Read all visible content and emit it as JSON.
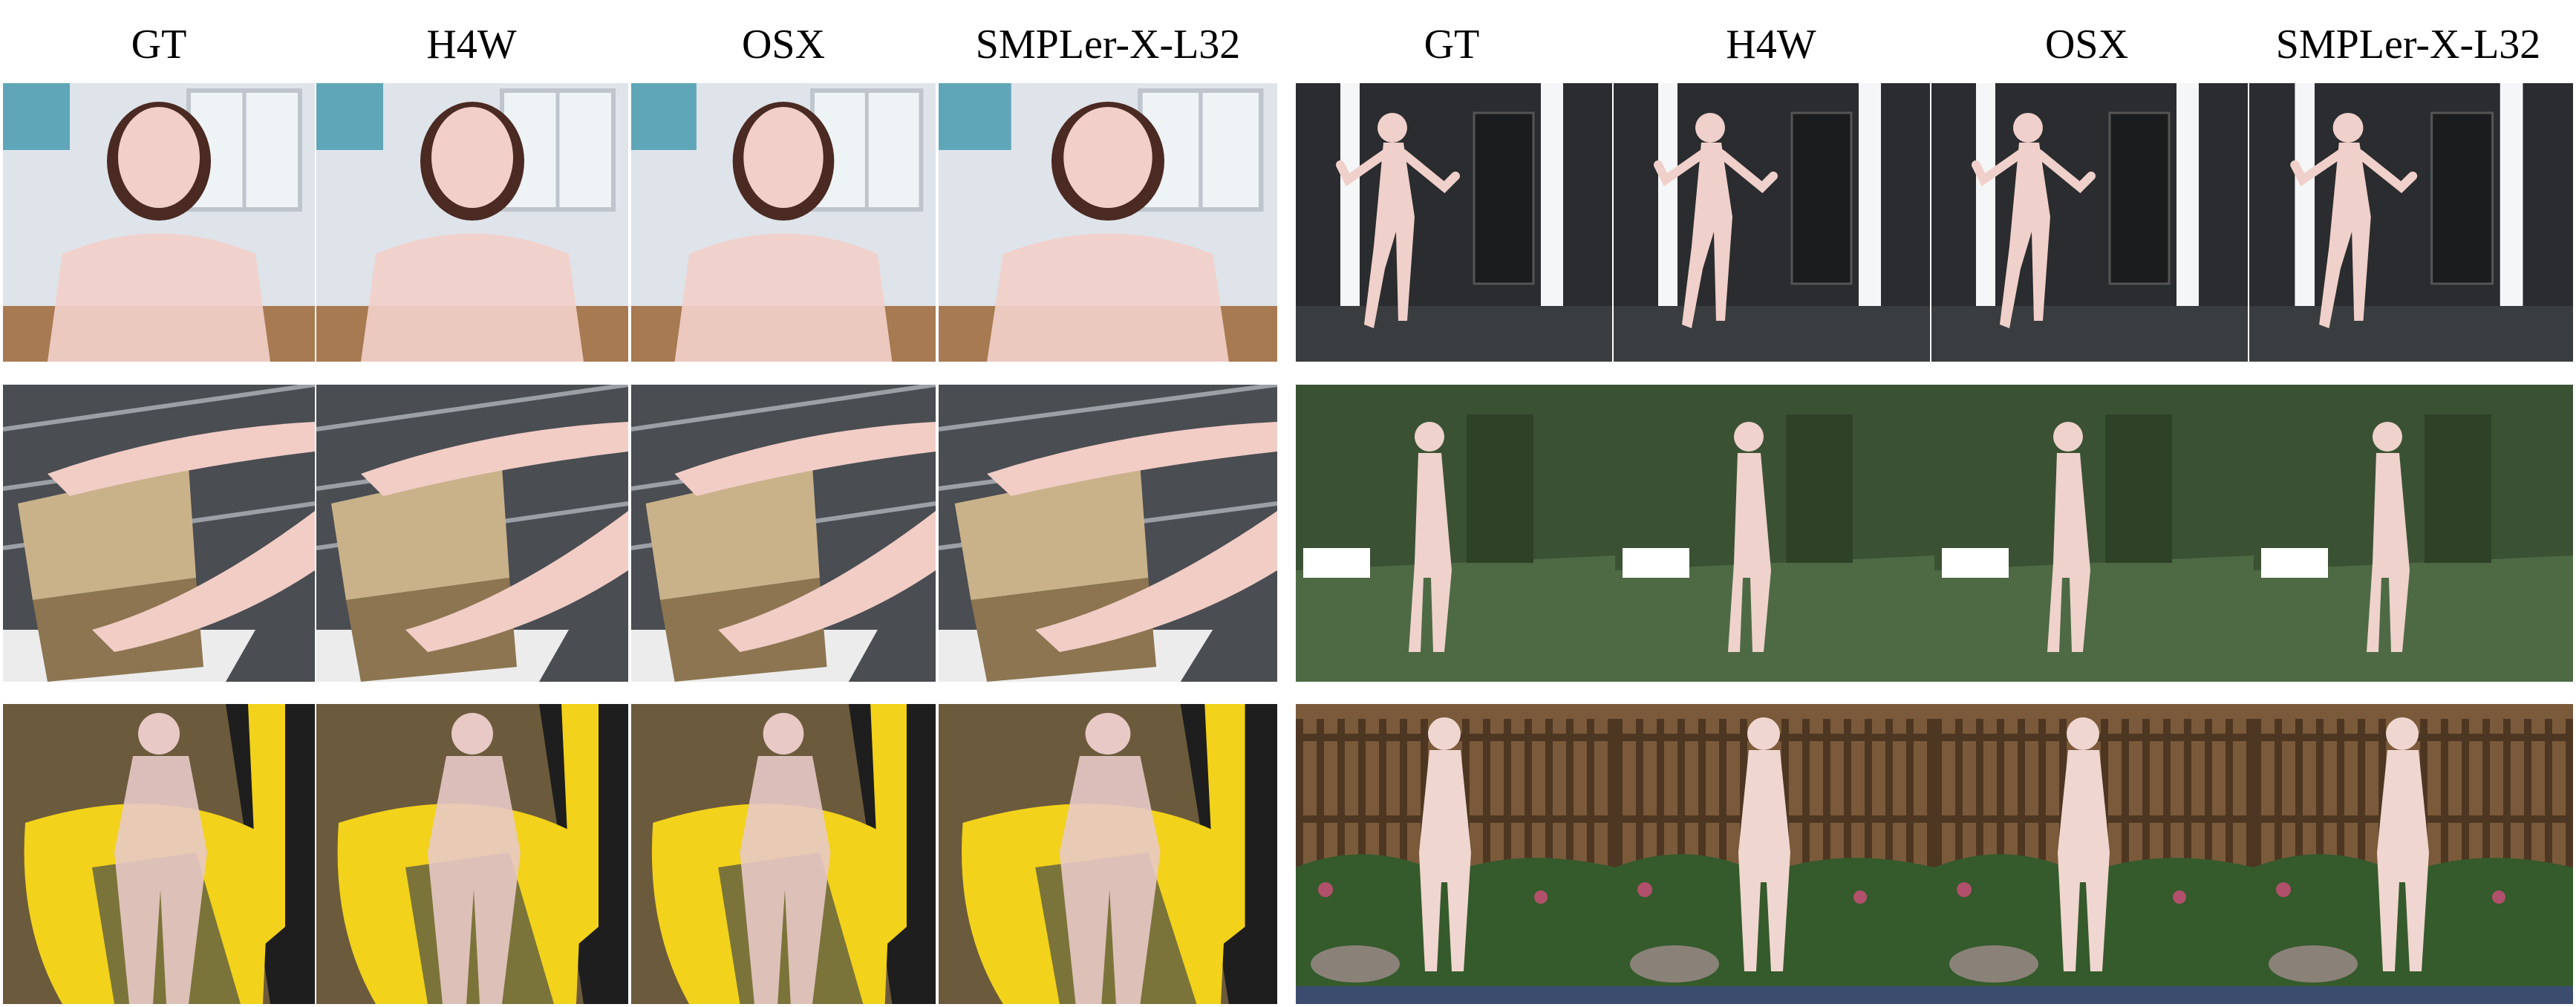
{
  "figure": {
    "left_columns": [
      "GT",
      "H4W",
      "OSX",
      "SMPLer-X-L32"
    ],
    "right_columns": [
      "GT",
      "H4W",
      "OSX",
      "SMPLer-X-L32"
    ]
  },
  "scenes": {
    "office_seated": {
      "wall": "#dfe3ea",
      "window": "#eef3f6",
      "poster": "#5fa6b8",
      "body": "#f2cfc9",
      "hair": "#4a2a22",
      "desk": "#a87a52"
    },
    "studio_dancer": {
      "bg": "#2a2c2f",
      "light": "#f4f6f8",
      "floor": "#3a3d40",
      "rack": "#1b1c1e",
      "body": "#f0d0ca"
    },
    "box_hands": {
      "bg": "#4a4d52",
      "truss": "#9aa0a6",
      "box": "#c9b28a",
      "box_dark": "#8c7550",
      "arm": "#f1cdc6",
      "table": "#ececec"
    },
    "green_room": {
      "bg": "#3a5233",
      "floor": "#4d6a44",
      "light": "#ffffff",
      "body": "#efd2cc"
    },
    "yellow_chair": {
      "bg": "#6c5a3c",
      "chair": "#f2d21a",
      "frame": "#1e1e1e",
      "body": "#e8c9c6",
      "dark": "#2b3550"
    },
    "garden_fence": {
      "fence": "#7a5a3a",
      "fence_dark": "#4e3722",
      "foliage": "#355a2c",
      "flowers": "#b0506a",
      "rocks": "#8a8278",
      "water": "#3b4c6e",
      "body": "#f0d6d0"
    }
  }
}
